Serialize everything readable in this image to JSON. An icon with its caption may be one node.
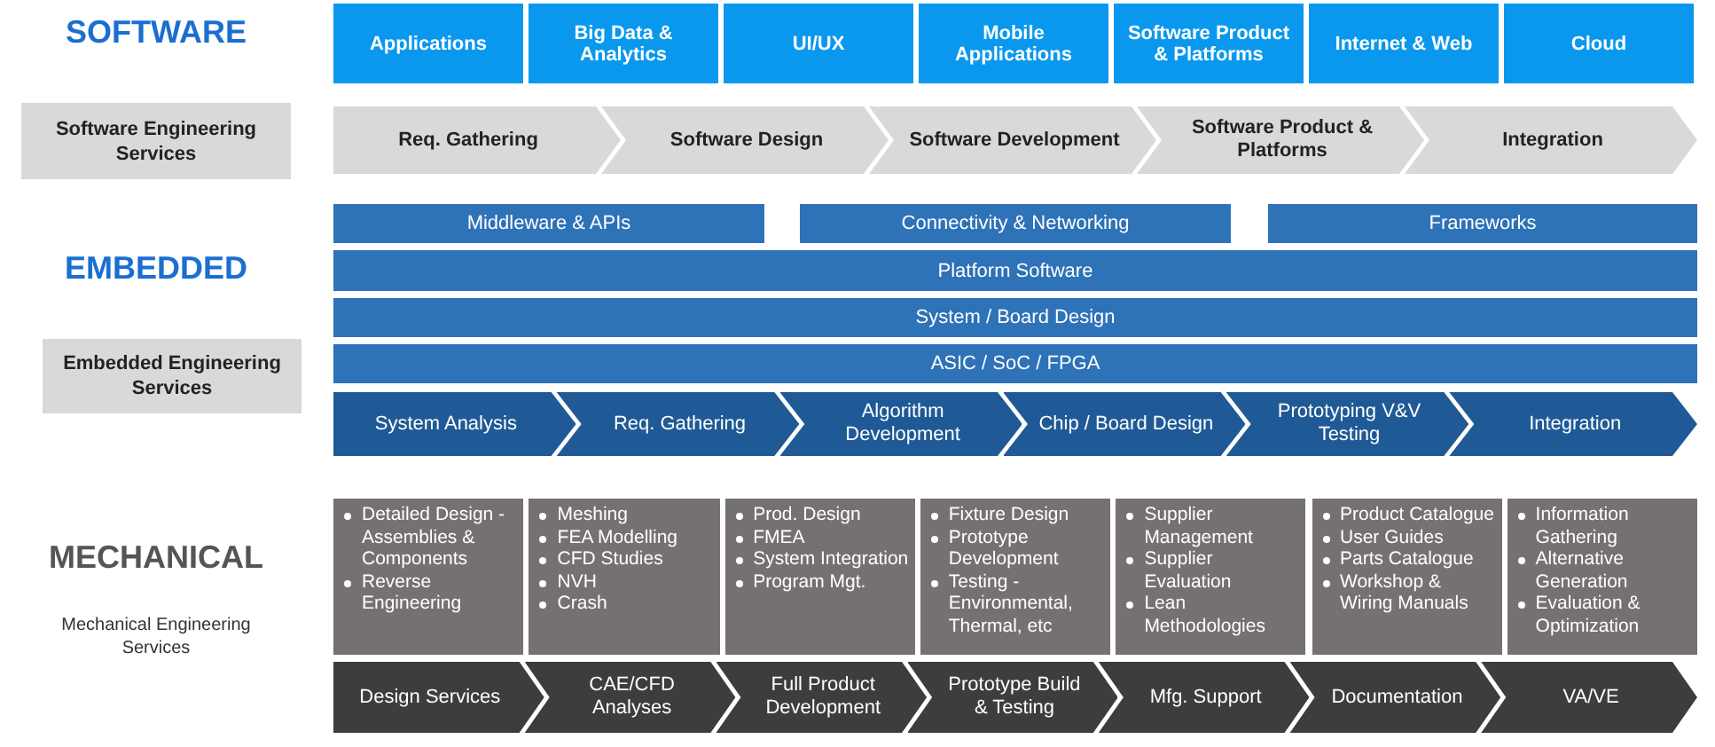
{
  "diagram": {
    "nodes": [
      {
        "text": [
          "Applications"
        ]
      },
      {
        "text": [
          "Big Data & Analytics"
        ]
      },
      {
        "text": [
          "UI/UX"
        ]
      },
      {
        "text": [
          "Mobile Applications"
        ]
      },
      {
        "text": [
          "Software Product & Platforms"
        ]
      },
      {
        "text": [
          "Internet & Web"
        ]
      },
      {
        "text": [
          "Cloud"
        ]
      },
      {
        "text": [
          "Software Engineering Services"
        ]
      },
      {
        "text": [
          "Req. Gathering"
        ]
      },
      {
        "text": [
          "Software Design"
        ]
      },
      {
        "text": [
          "Software Development"
        ]
      },
      {
        "text": [
          "Software Product & Platforms"
        ]
      },
      {
        "text": [
          "Integration"
        ]
      },
      {
        "text": [
          "Middleware & APIs"
        ]
      },
      {
        "text": [
          "Connectivity & Networking"
        ]
      },
      {
        "text": [
          "Frameworks"
        ]
      },
      {
        "text": [
          "Platform Software"
        ]
      },
      {
        "text": [
          "System / Board Design"
        ]
      },
      {
        "text": [
          "ASIC / SoC / FPGA"
        ]
      },
      {
        "text": [
          "Embedded Engineering Services"
        ]
      },
      {
        "text": [
          "System Analysis"
        ]
      },
      {
        "text": [
          "Req. Gathering"
        ]
      },
      {
        "text": [
          "Algorithm Development"
        ]
      },
      {
        "text": [
          "Chip / Board Design"
        ]
      },
      {
        "text": [
          "Prototyping V&V Testing"
        ]
      },
      {
        "text": [
          "Integration"
        ]
      },
      {
        "text": [
          "Detailed Design - Assemblies & Components",
          "Reverse Engineering"
        ]
      },
      {
        "text": [
          "Meshing",
          "FEA Modelling",
          "CFD Studies",
          "NVH",
          "Crash"
        ]
      },
      {
        "text": [
          "Prod. Design",
          "FMEA",
          "System Integration",
          "Program Mgt."
        ]
      },
      {
        "text": [
          "Fixture Design",
          "Prototype Development",
          "Testing - Environmental, Thermal, etc"
        ]
      },
      {
        "text": [
          "Supplier Management",
          "Supplier Evaluation",
          "Lean Methodologies"
        ]
      },
      {
        "text": [
          "Product Catalogue",
          "User Guides",
          "Parts Catalogue",
          "Workshop & Wiring Manuals"
        ]
      },
      {
        "text": [
          "Information Gathering",
          "Alternative Generation",
          "Evaluation & Optimization"
        ]
      },
      {
        "text": [
          "Design Services"
        ]
      },
      {
        "text": [
          "CAE/CFD Analyses"
        ]
      },
      {
        "text": [
          "Full Product Development"
        ]
      },
      {
        "text": [
          "Prototype Build & Testing"
        ]
      },
      {
        "text": [
          "Mfg. Support"
        ]
      },
      {
        "text": [
          "Documentation"
        ]
      },
      {
        "text": [
          "VA/VE"
        ]
      }
    ],
    "labels": [
      "SOFTWARE",
      "EMBEDDED",
      "MECHANICAL",
      "Mechanical Engineering Services"
    ]
  }
}
